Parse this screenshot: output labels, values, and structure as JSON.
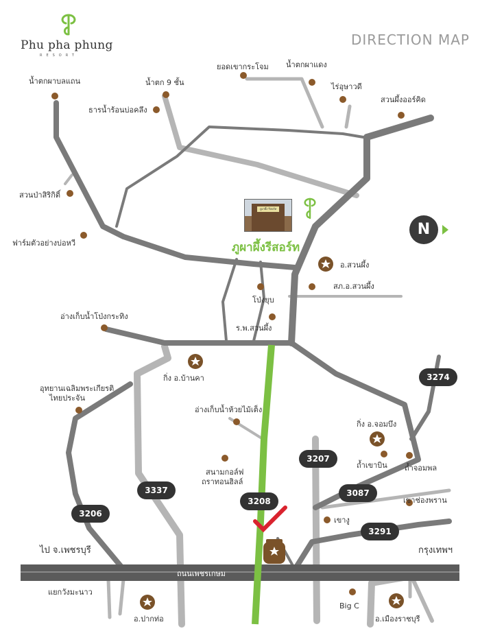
{
  "header": {
    "logo_name": "Phu pha phung",
    "logo_sub": "RESORT",
    "title": "DIRECTION MAP"
  },
  "resort": {
    "name": "ภูผาผึ้งรีสอร์ท",
    "photo_caption": "ภูผาผึ้ง รีสอร์ท"
  },
  "north_label": "N",
  "main_road": {
    "name": "ถนนเพชรเกษม"
  },
  "route_badges": [
    "3274",
    "3207",
    "3087",
    "3208",
    "3337",
    "3291",
    "3206"
  ],
  "places": [
    "น้ำตกผาแดง",
    "ยอดเขากระโจม",
    "ไร่อุษาวดี",
    "สวนผึ้งออร์คิด",
    "น้ำตกผาบลแถน",
    "น้ำตก 9 ชั้น",
    "ธารน้ำร้อนบ่อคลึง",
    "สวนป่าสิริกิติ์",
    "ฟาร์มตัวอย่างบ่อหวี",
    "อ.สวนผึ้ง",
    "สภ.อ.สวนผึ้ง",
    "โป่งยุบ",
    "ร.พ.สวนผึ้ง",
    "อ่างเก็บน้ำโป่งกระทิง",
    "กิ่ง อ.บ้านคา",
    "อุทยานเฉลิมพระเกียรติ",
    "ไทยประจัน",
    "อ่างเก็บน้ำห้วยไม้เต็ง",
    "สนามกอล์ฟ",
    "ถราทอนฮิลล์",
    "กิ่ง อ.จอมบึง",
    "ถ้ำเขาบิน",
    "ถ้ำจอมพล",
    "เขาช่องพราน",
    "เขางู",
    "Big C",
    "แยกวังมะนาว",
    "อ.ปากท่อ",
    "อ.เมืองราชบุรี"
  ],
  "directions": {
    "left": "ไป จ.เพชรบุรี",
    "right": "กรุงเทพฯ"
  },
  "colors": {
    "road_dark": "#7a7a7a",
    "road_light": "#b5b5b5",
    "highway": "#5b5b5b",
    "route_green": "#7cc043",
    "poi": "#8b5a2b",
    "badge": "#333333",
    "check": "#d9232e"
  }
}
